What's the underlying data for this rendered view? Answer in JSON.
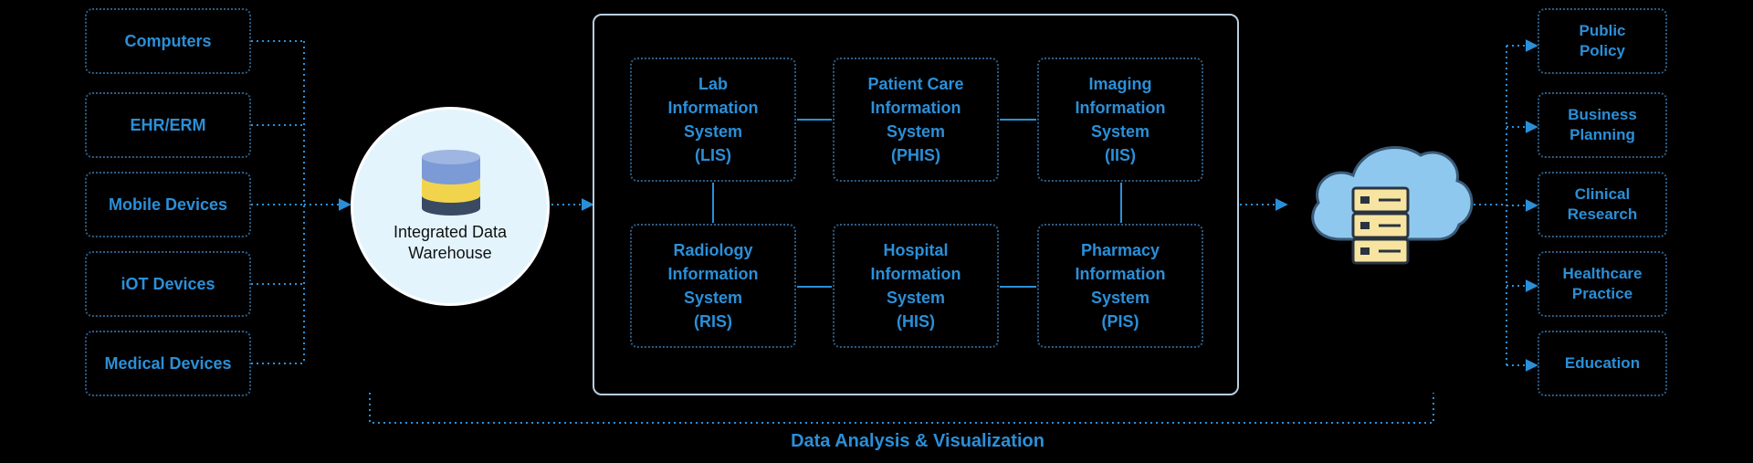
{
  "sources": [
    {
      "label": "Computers"
    },
    {
      "label": "EHR/ERM"
    },
    {
      "label": "Mobile Devices"
    },
    {
      "label": "iOT Devices"
    },
    {
      "label": "Medical Devices"
    }
  ],
  "warehouse": {
    "label": "Integrated Data\nWarehouse",
    "icon": "database-icon"
  },
  "systems": [
    {
      "label": "Lab\nInformation\nSystem\n(LIS)"
    },
    {
      "label": "Patient Care\nInformation\nSystem\n(PHIS)"
    },
    {
      "label": "Imaging\nInformation\nSystem\n(IIS)"
    },
    {
      "label": "Radiology\nInformation\nSystem\n(RIS)"
    },
    {
      "label": "Hospital\nInformation\nSystem\n(HIS)"
    },
    {
      "label": "Pharmacy\nInformation\nSystem\n(PIS)"
    }
  ],
  "cloud": {
    "icon": "cloud-server-icon"
  },
  "outputs": [
    {
      "label": "Public\nPolicy"
    },
    {
      "label": "Business\nPlanning"
    },
    {
      "label": "Clinical\nResearch"
    },
    {
      "label": "Healthcare\nPractice"
    },
    {
      "label": "Education"
    }
  ],
  "footer": {
    "label": "Data Analysis & Visualization"
  },
  "colors": {
    "background": "#000000",
    "accent_blue": "#2b8fd8",
    "box_border": "#2c5e88",
    "frame_border": "#b8cfe0",
    "warehouse_fill": "#e3f4fd",
    "db_blue": "#7b9ad6",
    "db_yellow": "#f2d44c",
    "db_dark": "#3b4a63",
    "cloud_fill": "#8fc8ef",
    "server_fill": "#f7e4a0"
  }
}
